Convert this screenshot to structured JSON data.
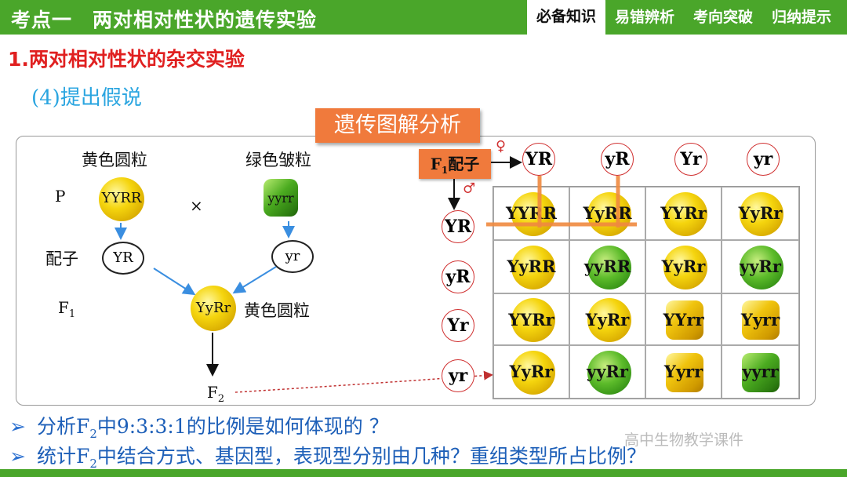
{
  "header": {
    "title": "考点一　两对相对性状的遗传实验",
    "tabs": [
      {
        "label": "必备知识",
        "active": true
      },
      {
        "label": "易错辨析",
        "active": false
      },
      {
        "label": "考向突破",
        "active": false
      },
      {
        "label": "归纳提示",
        "active": false
      }
    ]
  },
  "section": {
    "heading": "1.两对相对性状的杂交实验",
    "subheading": "(4)提出假说",
    "banner": "遗传图解分析"
  },
  "cross": {
    "parent1_label": "黄色圆粒",
    "parent2_label": "绿色皱粒",
    "p_label": "P",
    "parent1_genotype": "YYRR",
    "parent2_genotype": "yyrr",
    "cross_symbol": "×",
    "gamete_label": "配子",
    "gamete1": "YR",
    "gamete2": "yr",
    "f1_label": "F",
    "f1_sub": "1",
    "f1_genotype": "YyRr",
    "f1_phenotype": "黄色圆粒",
    "f2_label": "F",
    "f2_sub": "2"
  },
  "punnett": {
    "f1_gamete_box": "F",
    "f1_gamete_sub": "1",
    "f1_gamete_suffix": "配子",
    "female_symbol": "♀",
    "male_symbol": "♂",
    "female_gametes": [
      "YR",
      "yR",
      "Yr",
      "yr"
    ],
    "male_gametes": [
      "YR",
      "yR",
      "Yr",
      "yr"
    ],
    "cells": [
      [
        {
          "g": "YYRR",
          "p": "yr"
        },
        {
          "g": "YyRR",
          "p": "yr"
        },
        {
          "g": "YYRr",
          "p": "yr"
        },
        {
          "g": "YyRr",
          "p": "yr"
        }
      ],
      [
        {
          "g": "YyRR",
          "p": "yr"
        },
        {
          "g": "yyRR",
          "p": "gr"
        },
        {
          "g": "YyRr",
          "p": "yr"
        },
        {
          "g": "yyRr",
          "p": "gr"
        }
      ],
      [
        {
          "g": "YYRr",
          "p": "yr"
        },
        {
          "g": "YyRr",
          "p": "yr"
        },
        {
          "g": "YYrr",
          "p": "yw"
        },
        {
          "g": "Yyrr",
          "p": "yw"
        }
      ],
      [
        {
          "g": "YyRr",
          "p": "yr"
        },
        {
          "g": "yyRr",
          "p": "gr"
        },
        {
          "g": "Yyrr",
          "p": "yw"
        },
        {
          "g": "yyrr",
          "p": "gw"
        }
      ]
    ]
  },
  "questions": [
    {
      "pre": "分析F",
      "sub": "2",
      "post": "中9:3:3:1的比例是如何体现的 ？"
    },
    {
      "pre": "统计F",
      "sub": "2",
      "post": "中结合方式、基因型，表现型分别由几种？重组类型所占比例？"
    }
  ],
  "watermark": "高中生物教学课件",
  "colors": {
    "green_bar": "#4aa62a",
    "heading_red": "#e02020",
    "sub_blue": "#2aa5e0",
    "banner_orange": "#f07a3c",
    "question_blue": "#1d5fb8"
  }
}
